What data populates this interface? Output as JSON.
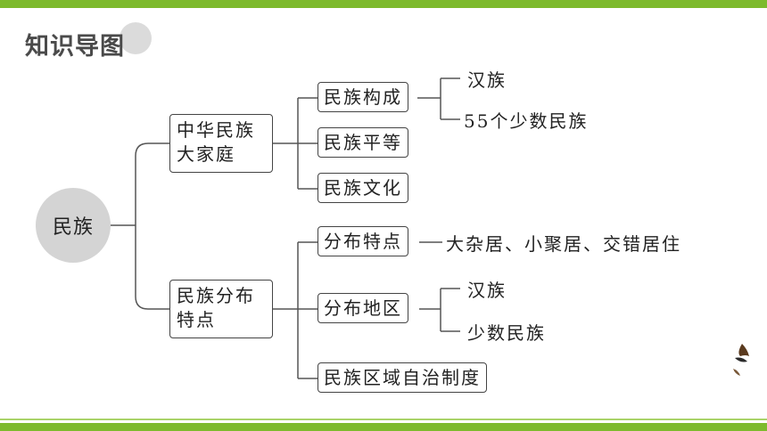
{
  "title": "知识导图",
  "root": "民族",
  "branches": [
    {
      "label_line1": "中华民族",
      "label_line2": "大家庭",
      "children": [
        {
          "label": "民族构成",
          "leaves": [
            "汉族",
            "55个少数民族"
          ]
        },
        {
          "label": "民族平等"
        },
        {
          "label": "民族文化"
        }
      ]
    },
    {
      "label_line1": "民族分布",
      "label_line2": "特点",
      "children": [
        {
          "label": "分布特点",
          "leaves": [
            "大杂居、小聚居、交错居住"
          ]
        },
        {
          "label": "分布地区",
          "leaves": [
            "汉族",
            "少数民族"
          ]
        },
        {
          "label": "民族区域自治制度"
        }
      ]
    }
  ]
}
